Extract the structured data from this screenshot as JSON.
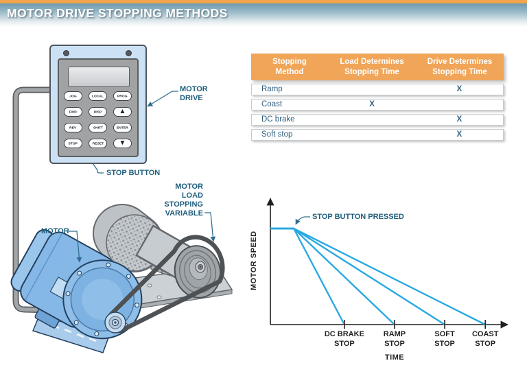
{
  "header": {
    "title": "MOTOR DRIVE STOPPING METHODS"
  },
  "diagram": {
    "labels": {
      "motor_drive": "MOTOR\nDRIVE",
      "stop_button": "STOP BUTTON",
      "motor_load": "MOTOR\nLOAD\nSTOPPING\nVARIABLE",
      "motor": "MOTOR"
    },
    "keypad": {
      "buttons": [
        "JOG",
        "LOCAL",
        "PROG",
        "FWD",
        "DISP",
        "▲",
        "REV",
        "SHIFT",
        "ENTER",
        "STOP",
        "RESET",
        "▼"
      ]
    }
  },
  "table": {
    "headers": [
      "Stopping\nMethod",
      "Load Determines\nStopping Time",
      "Drive Determines\nStopping Time"
    ],
    "rows": [
      {
        "method": "Ramp",
        "load": "",
        "drive": "X"
      },
      {
        "method": "Coast",
        "load": "X",
        "drive": ""
      },
      {
        "method": "DC brake",
        "load": "",
        "drive": "X"
      },
      {
        "method": "Soft stop",
        "load": "",
        "drive": "X"
      }
    ],
    "header_color": "#F0A558",
    "text_color": "#2D5F80"
  },
  "chart_data": {
    "type": "line",
    "title": "",
    "xlabel": "TIME",
    "ylabel": "MOTOR SPEED",
    "annotation": "STOP BUTTON PRESSED",
    "line_color": "#29A9E1",
    "axis_color": "#231F20",
    "grid": false,
    "legend": false,
    "ylim": [
      0,
      1
    ],
    "x_tick_labels": [
      "DC BRAKE\nSTOP",
      "RAMP\nSTOP",
      "SOFT\nSTOP",
      "COAST\nSTOP"
    ],
    "ticks": [
      0.31,
      0.52,
      0.73,
      0.9
    ],
    "stop_button_pressed_x": 0.098,
    "series": [
      {
        "name": "DC brake stop",
        "points": [
          [
            0,
            1
          ],
          [
            0.098,
            1
          ],
          [
            0.31,
            0
          ]
        ]
      },
      {
        "name": "Ramp stop",
        "points": [
          [
            0,
            1
          ],
          [
            0.098,
            1
          ],
          [
            0.52,
            0
          ]
        ]
      },
      {
        "name": "Soft stop",
        "points": [
          [
            0,
            1
          ],
          [
            0.098,
            1
          ],
          [
            0.73,
            0
          ]
        ]
      },
      {
        "name": "Coast stop",
        "points": [
          [
            0,
            1
          ],
          [
            0.098,
            1
          ],
          [
            0.9,
            0
          ]
        ]
      }
    ]
  }
}
